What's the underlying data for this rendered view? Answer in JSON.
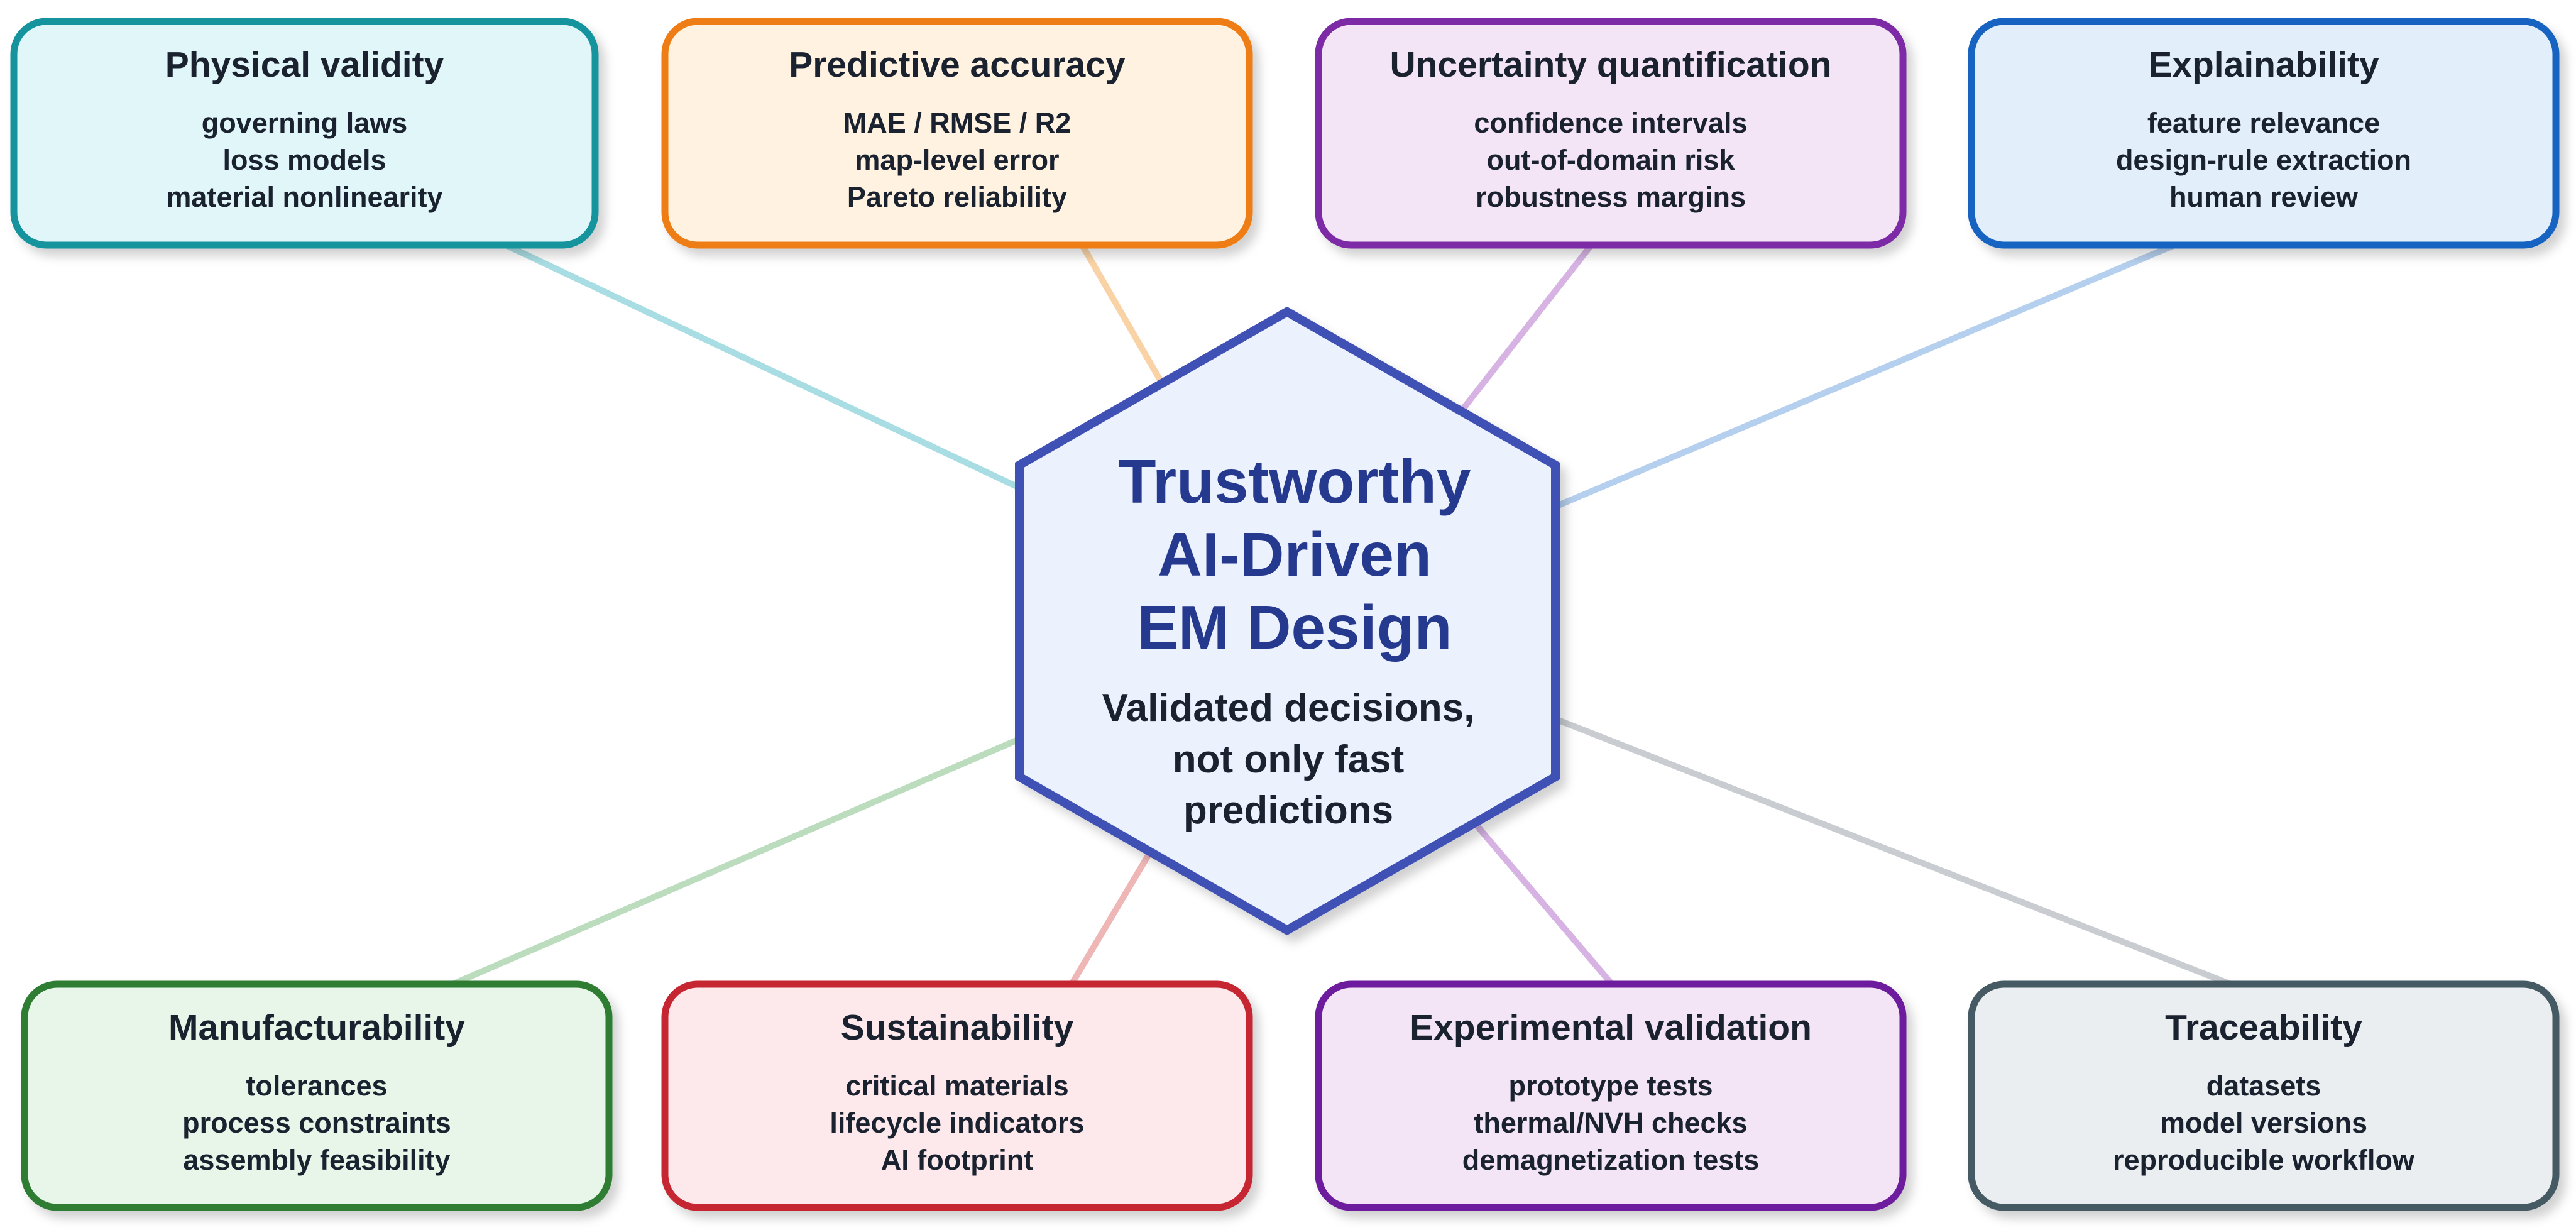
{
  "center": {
    "title_lines": [
      "Trustworthy",
      "AI-Driven",
      "EM Design"
    ],
    "subtitle_lines": [
      "Validated decisions,",
      "not only fast",
      "predictions"
    ],
    "border_color": "#3f51b5",
    "fill_color": "#ebf1fd"
  },
  "boxes": [
    {
      "id": "physical-validity",
      "title": "Physical validity",
      "items": [
        "governing laws",
        "loss models",
        "material nonlinearity"
      ],
      "border_color": "#17949e",
      "fill_color": "#e0f6f8",
      "connector_color": "#a8dde3"
    },
    {
      "id": "predictive-accuracy",
      "title": "Predictive accuracy",
      "items": [
        "MAE / RMSE / R2",
        "map-level error",
        "Pareto reliability"
      ],
      "border_color": "#ef7d12",
      "fill_color": "#fff2e1",
      "connector_color": "#f9d3a6"
    },
    {
      "id": "uncertainty-quantification",
      "title": "Uncertainty quantification",
      "items": [
        "confidence intervals",
        "out-of-domain risk",
        "robustness margins"
      ],
      "border_color": "#7b2ba6",
      "fill_color": "#f3e4f6",
      "connector_color": "#d6b3e3"
    },
    {
      "id": "explainability",
      "title": "Explainability",
      "items": [
        "feature relevance",
        "design-rule extraction",
        "human review"
      ],
      "border_color": "#1763c2",
      "fill_color": "#e2effb",
      "connector_color": "#b5cfee"
    },
    {
      "id": "manufacturability",
      "title": "Manufacturability",
      "items": [
        "tolerances",
        "process constraints",
        "assembly feasibility"
      ],
      "border_color": "#2e7d33",
      "fill_color": "#e8f5e9",
      "connector_color": "#bcdcbe"
    },
    {
      "id": "sustainability",
      "title": "Sustainability",
      "items": [
        "critical materials",
        "lifecycle indicators",
        "AI footprint"
      ],
      "border_color": "#c62830",
      "fill_color": "#fde9ec",
      "connector_color": "#efb6b6"
    },
    {
      "id": "experimental-validation",
      "title": "Experimental validation",
      "items": [
        "prototype tests",
        "thermal/NVH checks",
        "demagnetization tests"
      ],
      "border_color": "#6d1f9e",
      "fill_color": "#f3e4f6",
      "connector_color": "#d6b3e3"
    },
    {
      "id": "traceability",
      "title": "Traceability",
      "items": [
        "datasets",
        "model versions",
        "reproducible workflow"
      ],
      "border_color": "#455a64",
      "fill_color": "#ebeef0",
      "connector_color": "#c9cdd1"
    }
  ]
}
